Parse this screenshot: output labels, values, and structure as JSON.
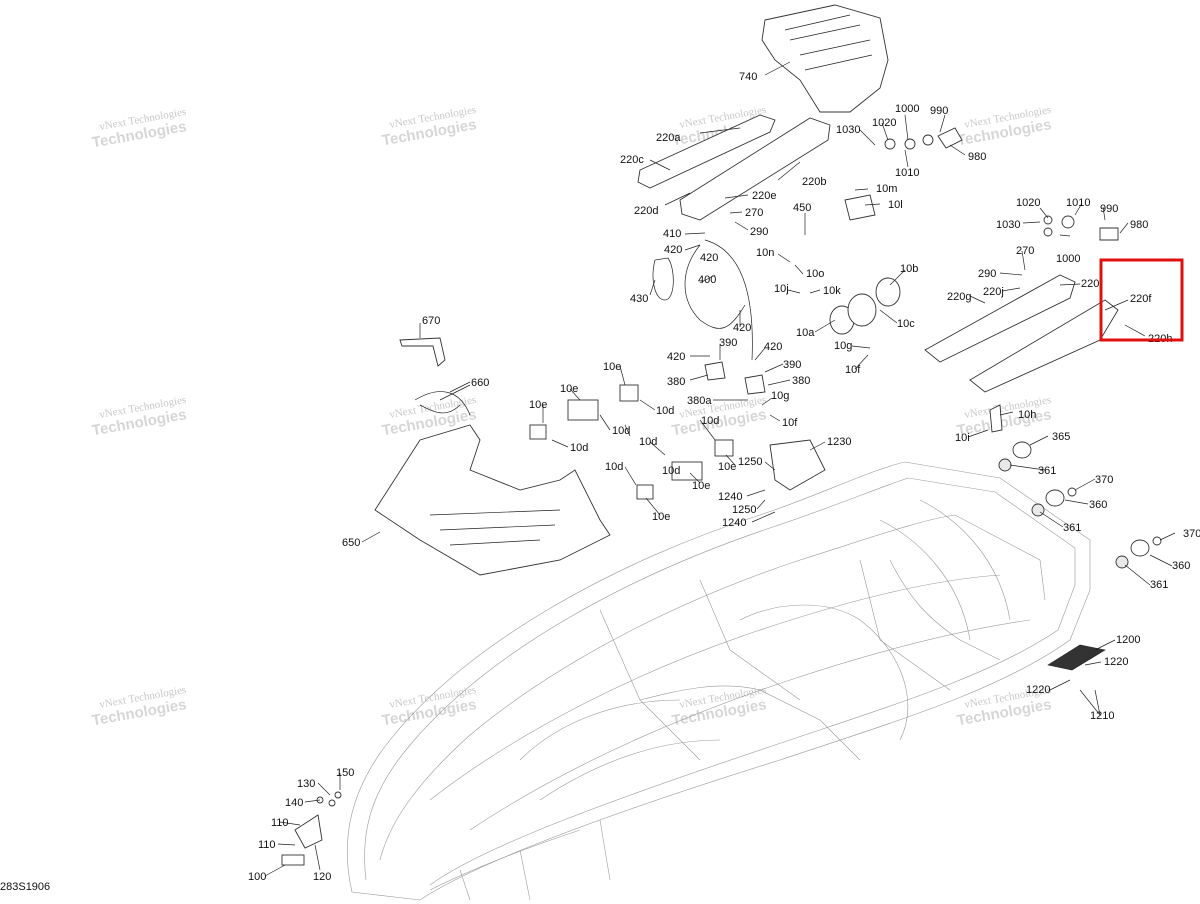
{
  "diagram_code": "283S1906",
  "watermark": {
    "line1": "vNext Technologies",
    "line2": "Technologies"
  },
  "callouts": [
    "740",
    "220a",
    "220c",
    "220d",
    "220b",
    "220e",
    "270",
    "290",
    "1030",
    "1020",
    "1000",
    "990",
    "980",
    "1010",
    "10m",
    "10l",
    "450",
    "410",
    "420",
    "420",
    "400",
    "430",
    "10n",
    "10o",
    "10j",
    "10k",
    "10b",
    "10a",
    "10c",
    "10g",
    "10f",
    "420",
    "390",
    "420",
    "420",
    "380",
    "380",
    "390",
    "380a",
    "10g",
    "10f",
    "1020",
    "1010",
    "990",
    "980",
    "1030",
    "1000",
    "270",
    "290",
    "220j",
    "220",
    "220g",
    "220f",
    "220h",
    "670",
    "660",
    "650",
    "10e",
    "10e",
    "10d",
    "10d",
    "10e",
    "10d",
    "10d",
    "10d",
    "10e",
    "10e",
    "10d",
    "10d",
    "10e",
    "10h",
    "10i",
    "1230",
    "1250",
    "1250",
    "1240",
    "1240",
    "365",
    "361",
    "370",
    "360",
    "361",
    "370",
    "360",
    "361",
    "1200",
    "1220",
    "1220",
    "1210",
    "130",
    "150",
    "140",
    "110",
    "110",
    "100",
    "120"
  ],
  "highlight": {
    "color": "#e01010",
    "target": "220f"
  }
}
